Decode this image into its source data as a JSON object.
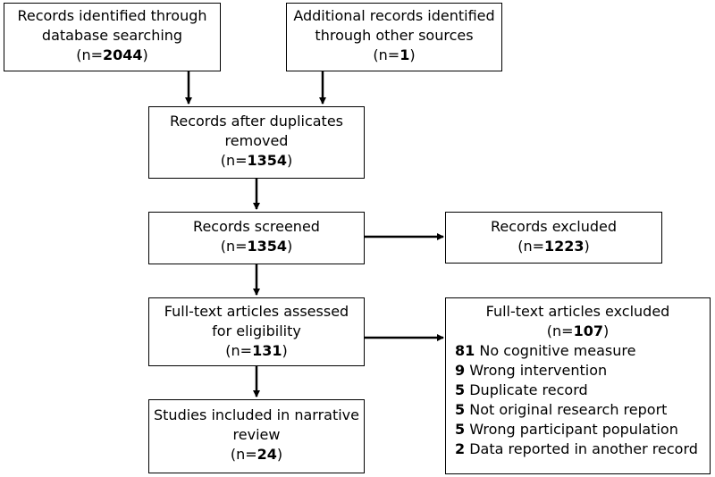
{
  "flow": {
    "identification_db": {
      "line1": "Records identified through",
      "line2": "database searching",
      "n_prefix": "(n=",
      "n_value": "2044",
      "n_suffix": ")"
    },
    "identification_other": {
      "line1": "Additional records identified",
      "line2": "through other sources",
      "n_prefix": "(n=",
      "n_value": "1",
      "n_suffix": ")"
    },
    "duplicates_removed": {
      "line1": "Records after duplicates",
      "line2": "removed",
      "n_prefix": "(n=",
      "n_value": "1354",
      "n_suffix": ")"
    },
    "screened": {
      "line1": "Records screened",
      "n_prefix": "(n=",
      "n_value": "1354",
      "n_suffix": ")"
    },
    "excluded": {
      "line1": "Records excluded",
      "n_prefix": "(n=",
      "n_value": "1223",
      "n_suffix": ")"
    },
    "fulltext_assessed": {
      "line1": "Full-text articles assessed",
      "line2": "for eligibility",
      "n_prefix": "(n=",
      "n_value": "131",
      "n_suffix": ")"
    },
    "fulltext_excluded": {
      "line1": "Full-text articles excluded",
      "n_prefix": "(n=",
      "n_value": "107",
      "n_suffix": ")",
      "reasons": [
        {
          "count": "81",
          "reason": "No cognitive measure"
        },
        {
          "count": "9",
          "reason": "Wrong intervention"
        },
        {
          "count": "5",
          "reason": "Duplicate record"
        },
        {
          "count": "5",
          "reason": "Not original research report"
        },
        {
          "count": "5",
          "reason": "Wrong participant population"
        },
        {
          "count": "2",
          "reason": "Data reported in another record"
        }
      ]
    },
    "included": {
      "line1": "Studies included in narrative",
      "line2": "review",
      "n_prefix": "(n=",
      "n_value": "24",
      "n_suffix": ")"
    }
  }
}
